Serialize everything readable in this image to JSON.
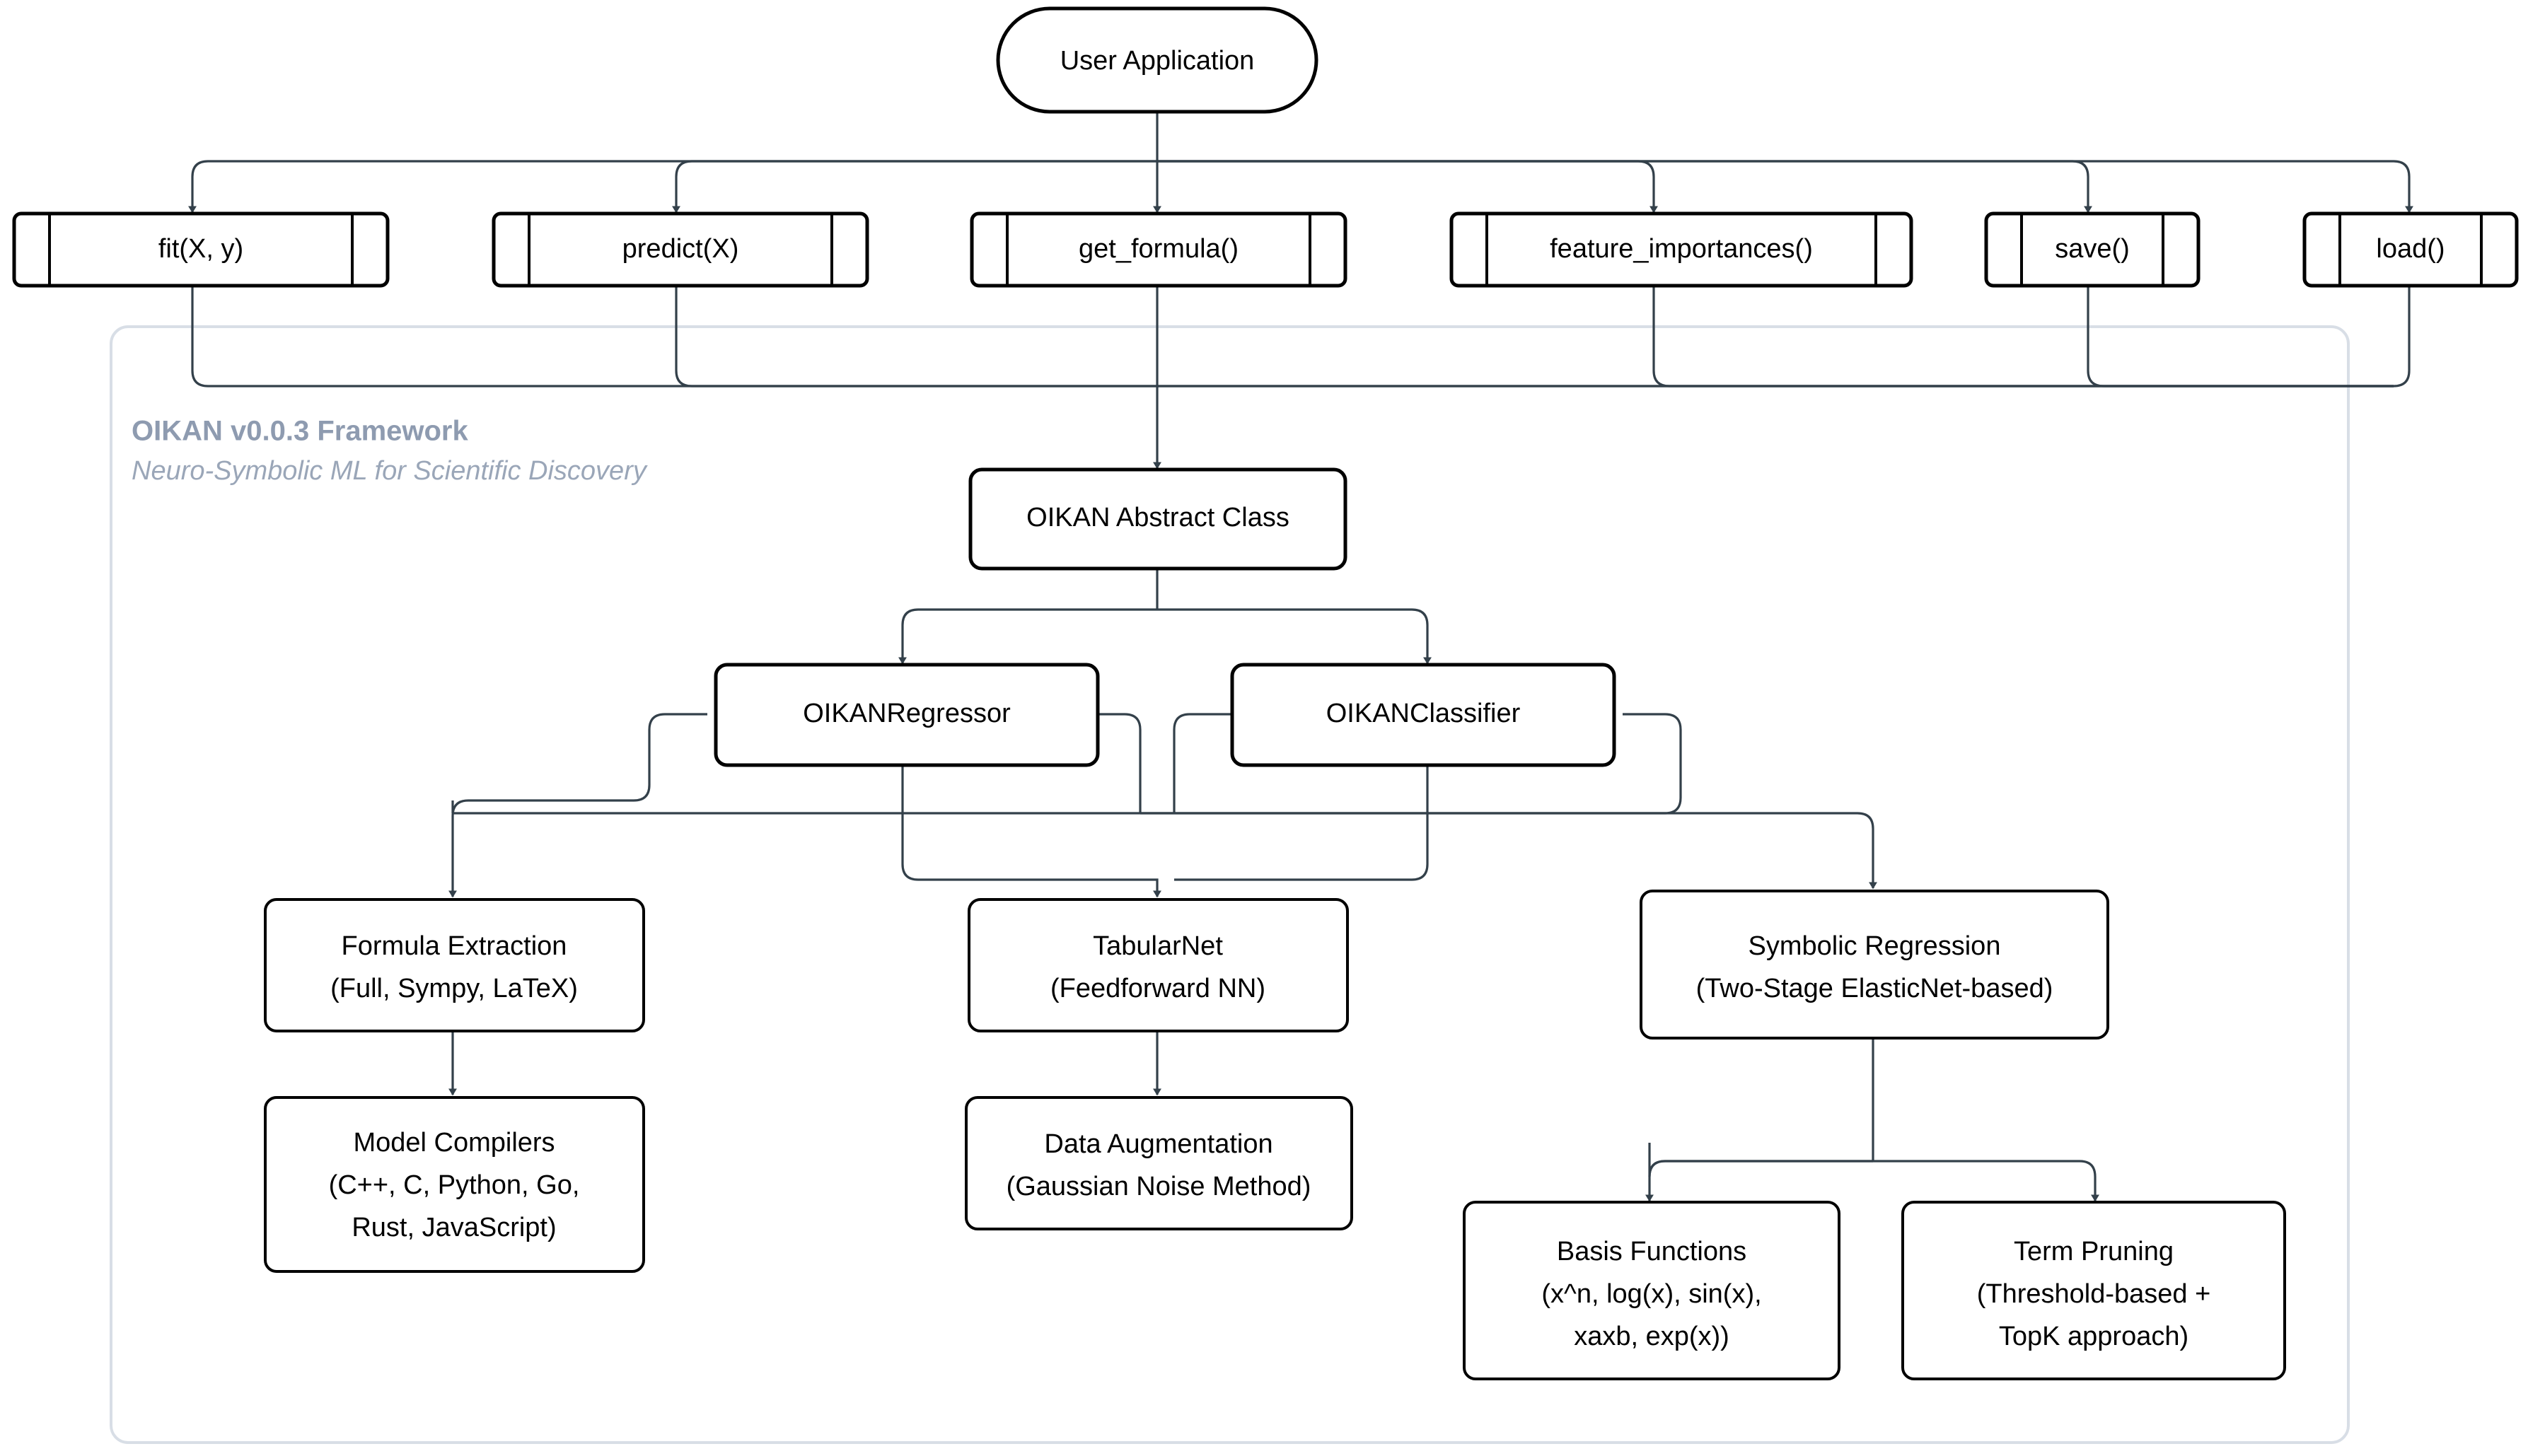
{
  "diagram": {
    "type": "flowchart",
    "direction": "top-down",
    "background": "#ffffff",
    "edge_color": "#33404a",
    "node_border_color": "#000000",
    "node_fill_color": "#ffffff",
    "cluster_border_color": "#d8dee6",
    "cluster_title_color": "#8e9bb0"
  },
  "entry": {
    "label": "User Application",
    "shape": "stadium"
  },
  "api": {
    "shape": "subroutine",
    "methods": [
      {
        "label": "fit(X, y)"
      },
      {
        "label": "predict(X)"
      },
      {
        "label": "get_formula()"
      },
      {
        "label": "feature_importances()"
      },
      {
        "label": "save()"
      },
      {
        "label": "load()"
      }
    ]
  },
  "cluster": {
    "title": "OIKAN v0.0.3 Framework",
    "subtitle": "Neuro-Symbolic ML for Scientific Discovery"
  },
  "core": {
    "abstract_class": {
      "label": "OIKAN Abstract Class"
    },
    "estimators": [
      {
        "label": "OIKANRegressor"
      },
      {
        "label": "OIKANClassifier"
      }
    ]
  },
  "components": {
    "formula_extraction": {
      "line1": "Formula Extraction",
      "line2": "(Full, Sympy, LaTeX)"
    },
    "model_compilers": {
      "line1": "Model Compilers",
      "line2": "(C++, C, Python, Go,",
      "line3": "Rust, JavaScript)"
    },
    "tabular_net": {
      "line1": "TabularNet",
      "line2": "(Feedforward NN)"
    },
    "data_augmentation": {
      "line1": "Data Augmentation",
      "line2": "(Gaussian Noise Method)"
    },
    "symbolic_regression": {
      "line1": "Symbolic Regression",
      "line2": "(Two-Stage ElasticNet-based)"
    },
    "basis_functions": {
      "line1": "Basis Functions",
      "line2": "(x^n, log(x), sin(x),",
      "line3": "xaxb, exp(x))"
    },
    "term_pruning": {
      "line1": "Term Pruning",
      "line2": "(Threshold-based +",
      "line3": "TopK approach)"
    }
  }
}
